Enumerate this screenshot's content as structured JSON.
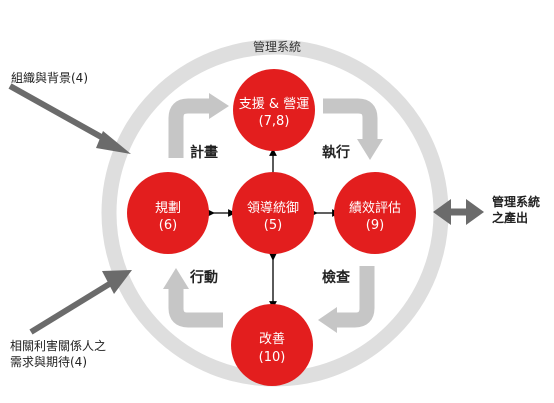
{
  "system": {
    "ring_label": "管理系統",
    "output_label": {
      "line1": "管理系統",
      "line2": "之產出"
    }
  },
  "inputs": {
    "context": "組織與背景(4)",
    "stakeholders": {
      "line1": "相關利害關係人之",
      "line2": "需求與期待(4)"
    }
  },
  "phases": {
    "plan": "計畫",
    "do": "執行",
    "check": "檢查",
    "act": "行動"
  },
  "nodes": {
    "support": {
      "name": "支援 & 營運",
      "ref": "(7,8)"
    },
    "planning": {
      "name": "規劃",
      "ref": "(6)"
    },
    "leadership": {
      "name": "領導統御",
      "ref": "(5)"
    },
    "evaluation": {
      "name": "績效評估",
      "ref": "(9)"
    },
    "improvement": {
      "name": "改善",
      "ref": "(10)"
    }
  },
  "colors": {
    "node_red": "#e31e1e",
    "ring_gray": "#dedede",
    "cycle_arrow": "#c6c6c6",
    "dark_arrow": "#6b6b6b"
  }
}
